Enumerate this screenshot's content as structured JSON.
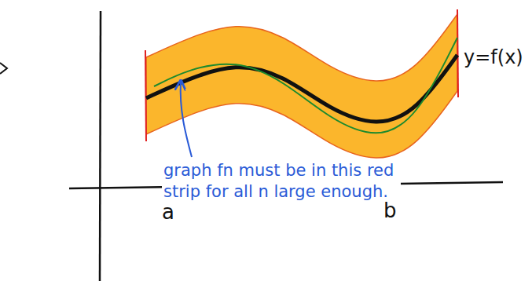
{
  "diagram": {
    "labels": [
      "y=f(x)",
      "graph fn must be in this red strip for all n large enough.",
      "a",
      "b"
    ]
  }
}
